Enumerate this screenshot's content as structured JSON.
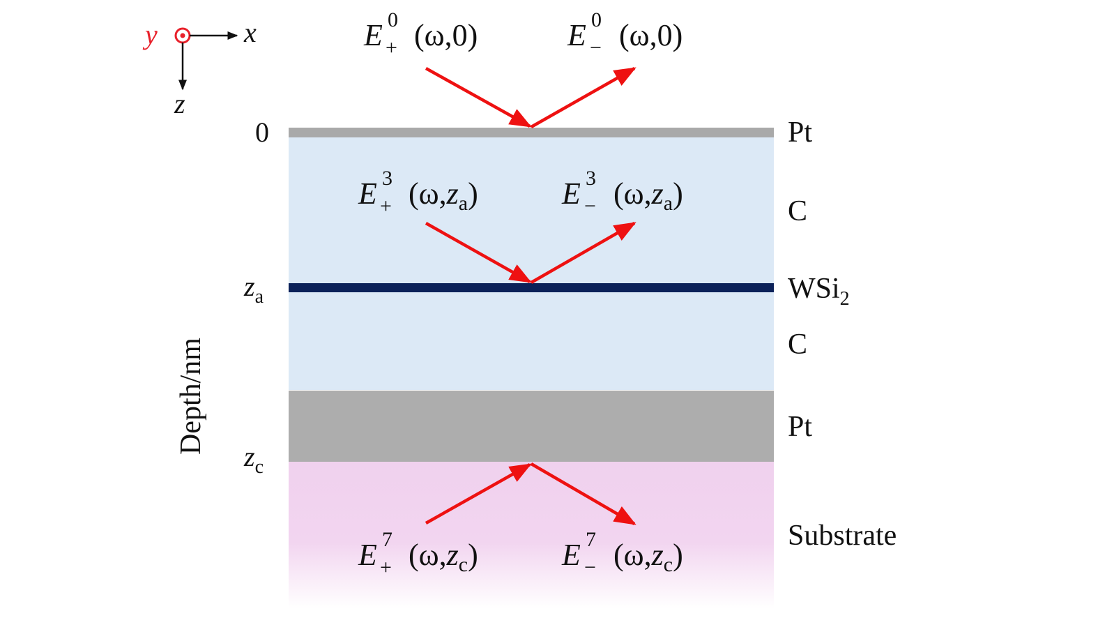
{
  "axes_icon": {
    "y_label": "y",
    "x_label": "x",
    "z_label": "z",
    "y_color": "#e8202a"
  },
  "depth_axis": {
    "title": "Depth/nm",
    "tick_0": "0",
    "tick_za_var": "z",
    "tick_za_sub": "a",
    "tick_zc_var": "z",
    "tick_zc_sub": "c"
  },
  "layers": [
    {
      "name": "Pt",
      "color": "#a9a9a9"
    },
    {
      "name": "C",
      "color": "#dce9f6"
    },
    {
      "name": "WSi",
      "sub": "2",
      "color": "#0b2159"
    },
    {
      "name": "C",
      "color": "#dce9f6"
    },
    {
      "name": "Pt",
      "color": "#adadad"
    },
    {
      "name": "Substrate",
      "color": "#f0d1ee"
    }
  ],
  "fields": {
    "top_plus": {
      "E": "E",
      "sup": "0",
      "sub": "+",
      "args": "(ω,0)"
    },
    "top_minus": {
      "E": "E",
      "sup": "0",
      "sub": "−",
      "args": "(ω,0)"
    },
    "mid_plus": {
      "E": "E",
      "sup": "3",
      "sub": "+",
      "arg_open": "(ω,",
      "arg_var": "z",
      "arg_sub": "a",
      "arg_close": ")"
    },
    "mid_minus": {
      "E": "E",
      "sup": "3",
      "sub": "−",
      "arg_open": "(ω,",
      "arg_var": "z",
      "arg_sub": "a",
      "arg_close": ")"
    },
    "bot_plus": {
      "E": "E",
      "sup": "7",
      "sub": "+",
      "arg_open": "(ω,",
      "arg_var": "z",
      "arg_sub": "c",
      "arg_close": ")"
    },
    "bot_minus": {
      "E": "E",
      "sup": "7",
      "sub": "−",
      "arg_open": "(ω,",
      "arg_var": "z",
      "arg_sub": "c",
      "arg_close": ")"
    }
  },
  "colors": {
    "arrow": "#ee1111",
    "text": "#111111"
  }
}
